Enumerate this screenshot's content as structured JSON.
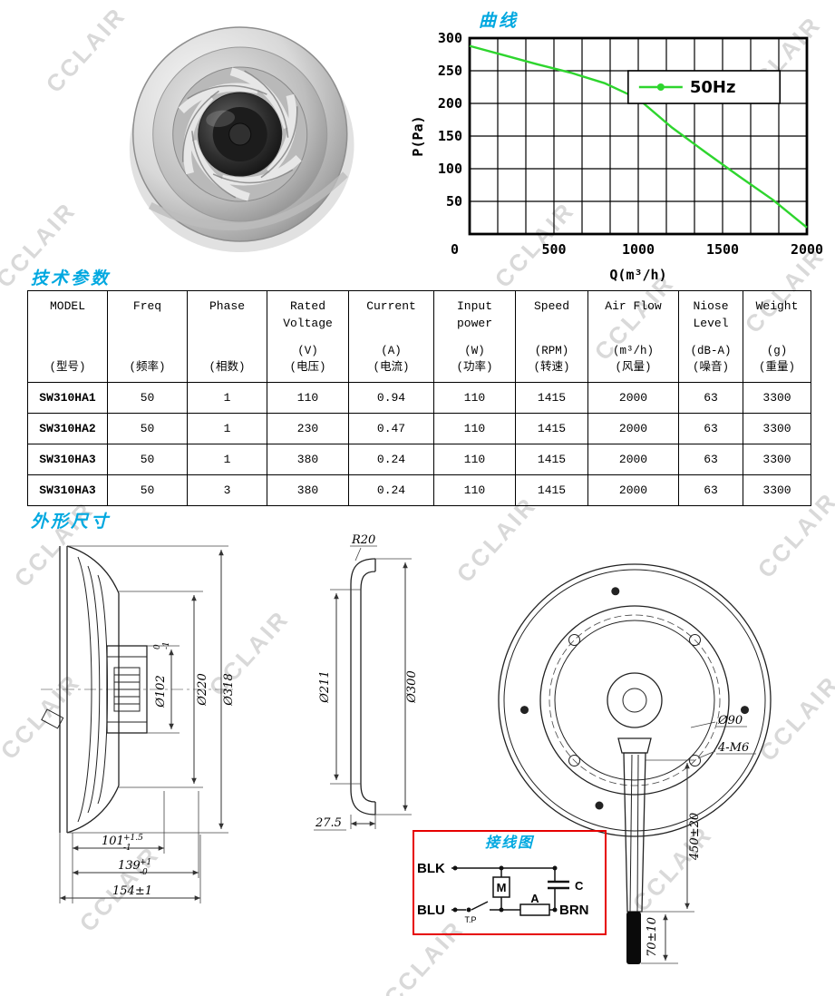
{
  "watermark": {
    "text": "CCLAIR"
  },
  "chart_data": {
    "type": "line",
    "title": "曲线",
    "xlabel": "Q(m³/h)",
    "ylabel": "P(Pa)",
    "xlim": [
      0,
      2000
    ],
    "ylim": [
      0,
      300
    ],
    "x_ticks": [
      0,
      500,
      1000,
      1500,
      2000
    ],
    "y_ticks": [
      50,
      100,
      150,
      200,
      250,
      300
    ],
    "x_divisions": 12,
    "y_divisions": 6,
    "grid": true,
    "legend_position": "top-right",
    "series": [
      {
        "name": "50Hz",
        "color": "#2ed52e",
        "x": [
          0,
          200,
          400,
          600,
          800,
          1000,
          1200,
          1400,
          1600,
          1800,
          2000
        ],
        "y": [
          288,
          274,
          260,
          247,
          231,
          207,
          163,
          125,
          88,
          52,
          10
        ]
      }
    ]
  },
  "specs": {
    "title": "技术参数",
    "columns": [
      {
        "title": "MODEL",
        "units": [
          "(型号)"
        ]
      },
      {
        "title": "Freq",
        "units": [
          "(频率)"
        ]
      },
      {
        "title": "Phase",
        "units": [
          "(相数)"
        ]
      },
      {
        "title": "Rated Voltage",
        "units": [
          "(V)",
          "(电压)"
        ]
      },
      {
        "title": "Current",
        "units": [
          "(A)",
          "(电流)"
        ]
      },
      {
        "title": "Input power",
        "units": [
          "(W)",
          "(功率)"
        ]
      },
      {
        "title": "Speed",
        "units": [
          "(RPM)",
          "(转速)"
        ]
      },
      {
        "title": "Air Flow",
        "units": [
          "(m³/h)",
          "(风量)"
        ]
      },
      {
        "title": "Niose Level",
        "units": [
          "(dB-A)",
          "(噪音)"
        ]
      },
      {
        "title": "Weight",
        "units": [
          "(g)",
          "(重量)"
        ]
      }
    ],
    "rows": [
      [
        "SW310HA1",
        "50",
        "1",
        "110",
        "0.94",
        "110",
        "1415",
        "2000",
        "63",
        "3300"
      ],
      [
        "SW310HA2",
        "50",
        "1",
        "230",
        "0.47",
        "110",
        "1415",
        "2000",
        "63",
        "3300"
      ],
      [
        "SW310HA3",
        "50",
        "1",
        "380",
        "0.24",
        "110",
        "1415",
        "2000",
        "63",
        "3300"
      ],
      [
        "SW310HA3",
        "50",
        "3",
        "380",
        "0.24",
        "110",
        "1415",
        "2000",
        "63",
        "3300"
      ]
    ]
  },
  "dimensions": {
    "title": "外形尺寸",
    "side_view": {
      "dia_outer": "Ø318",
      "dia_mid": "Ø220",
      "dia_hub": "Ø102",
      "dia_hub_tol_up": "0",
      "dia_hub_tol_dn": "-1",
      "dim_depth1": "101",
      "dim_depth1_tol_up": "+1.5",
      "dim_depth1_tol_dn": "-1",
      "dim_depth2": "139",
      "dim_depth2_tol_up": "+1",
      "dim_depth2_tol_dn": "-0",
      "dim_total": "154±1"
    },
    "ring_view": {
      "radius": "R20",
      "dia_inner": "Ø211",
      "dia_outer": "Ø300",
      "depth": "27.5"
    },
    "front_view": {
      "dia_bolt_circle": "Ø90",
      "mount_holes": "4-M6",
      "cable_length": "450±20",
      "cable_tip": "70±10"
    }
  },
  "wiring": {
    "title": "接线图",
    "labels": {
      "black": "BLK",
      "blue": "BLU",
      "brown": "BRN",
      "motor": "M",
      "capacitor": "C",
      "aux": "A",
      "thermal": "T.P"
    }
  }
}
